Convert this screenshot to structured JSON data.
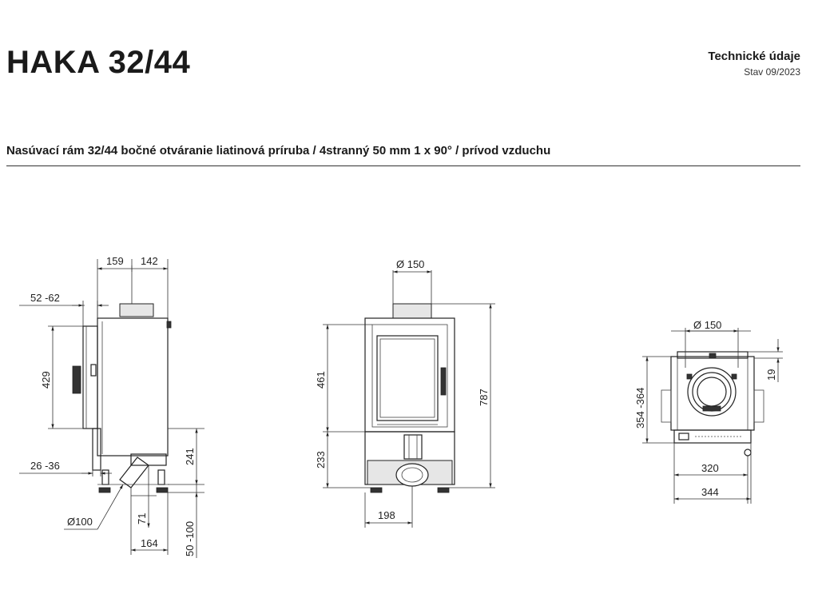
{
  "header": {
    "title": "HAKA 32/44",
    "doc_type": "Technické údaje",
    "version": "Stav 09/2023"
  },
  "subtitle": "Nasúvací rám 32/44 bočné otváranie liatinová príruba / 4stranný 50 mm 1 x 90° / prívod vzduchu",
  "side_view": {
    "dim_159": "159",
    "dim_142": "142",
    "dim_52_62": "52  -62",
    "dim_429": "429",
    "dim_26_36": "26  -36",
    "dim_241": "241",
    "dim_71": "71",
    "dim_50_100": "50  -100",
    "dim_164": "164",
    "dia_100": "Ø100"
  },
  "front_view": {
    "dia_150": "Ø  150",
    "dim_461": "461",
    "dim_787": "787",
    "dim_233": "233",
    "dim_198": "198"
  },
  "top_view": {
    "dia_150": "Ø  150",
    "dim_19": "19",
    "dim_354_364": "354  -364",
    "dim_320": "320",
    "dim_344": "344"
  }
}
